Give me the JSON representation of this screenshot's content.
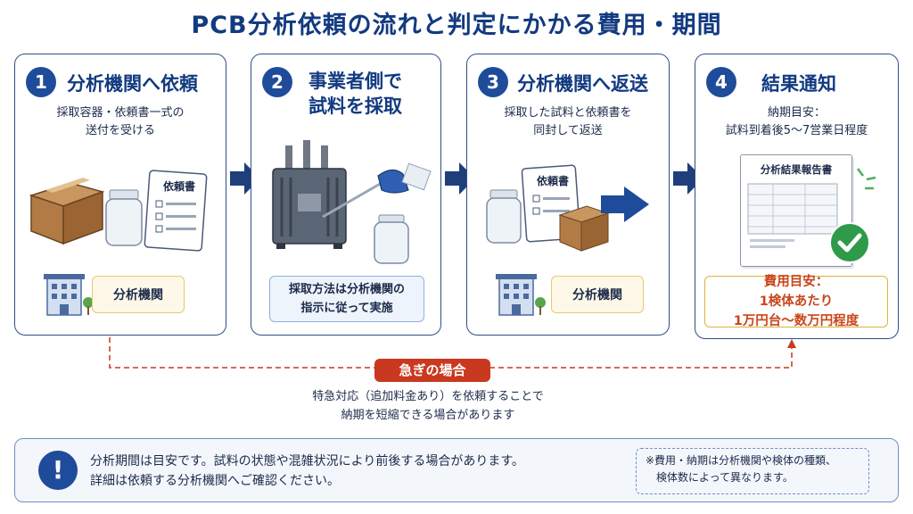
{
  "title": "PCB分析依頼の流れと判定にかかる費用・期間",
  "steps": [
    {
      "number": "1",
      "title": "分析機関へ依頼",
      "desc": "採取容器・依頼書一式の\n送付を受ける",
      "doc_label": "依頼書",
      "label": "分析機関"
    },
    {
      "number": "2",
      "title": "事業者側で\n試料を採取",
      "note": "採取方法は分析機関の\n指示に従って実施"
    },
    {
      "number": "3",
      "title": "分析機関へ返送",
      "desc": "採取した試料と依頼書を\n同封して返送",
      "doc_label": "依頼書",
      "label": "分析機関"
    },
    {
      "number": "4",
      "title": "結果通知",
      "desc": "納期目安：\n試料到着後5〜7営業日程度",
      "report_title": "分析結果報告書",
      "cost": "費用目安：\n1検体あたり\n1万円台〜数万円程度"
    }
  ],
  "urgent": {
    "badge": "急ぎの場合",
    "text": "特急対応（追加料金あり）を依頼することで\n納期を短縮できる場合があります"
  },
  "bottom": {
    "icon": "exclamation-icon",
    "main": "分析期間は目安です。試料の状態や混雑状況により前後する場合があります。\n詳細は依頼する分析機関へご確認ください。",
    "side": "※費用・納期は分析機関や検体の種類、\n　検体数によって異なります。"
  },
  "colors": {
    "primary": "#1f4c9a",
    "accent": "#c9391f",
    "cost": "#c9461a"
  }
}
